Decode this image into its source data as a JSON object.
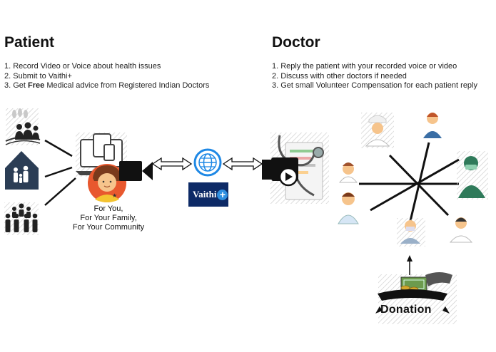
{
  "patient": {
    "title": "Patient",
    "steps": [
      {
        "text": "1. Record Video or Voice about health issues"
      },
      {
        "text": "2. Submit to Vaithi+"
      },
      {
        "pre": "3. Get ",
        "bold": "Free",
        "post": " Medical advice from Registered Indian Doctors"
      }
    ],
    "caption": [
      "For You,",
      "For Your Family,",
      "For Your Community"
    ]
  },
  "doctor": {
    "title": "Doctor",
    "steps": [
      "1. Reply the patient with your recorded voice or video",
      "2. Discuss with other doctors if needed",
      "3. Get small Volunteer Compensation for each patient reply"
    ]
  },
  "brand": {
    "name": "Vaithi",
    "plus": "+"
  },
  "donation": {
    "label": "Donation"
  },
  "icons": {
    "wheat": "wheat-icon",
    "family": "family-icon",
    "home": "home-family-icon",
    "community": "community-icon",
    "devices": "devices-icon",
    "avatar": "patient-avatar-icon",
    "video": "video-camera-icon",
    "globe": "globe-icon",
    "stethoscope": "stethoscope-icon",
    "play": "video-play-icon",
    "doctors": "doctor-avatar-icon",
    "money": "money-hand-icon"
  },
  "colors": {
    "brand": "#0d2a66",
    "accent": "#2f8fe0",
    "house": "#2b3d55",
    "doctor_green": "#2f7a5a"
  }
}
